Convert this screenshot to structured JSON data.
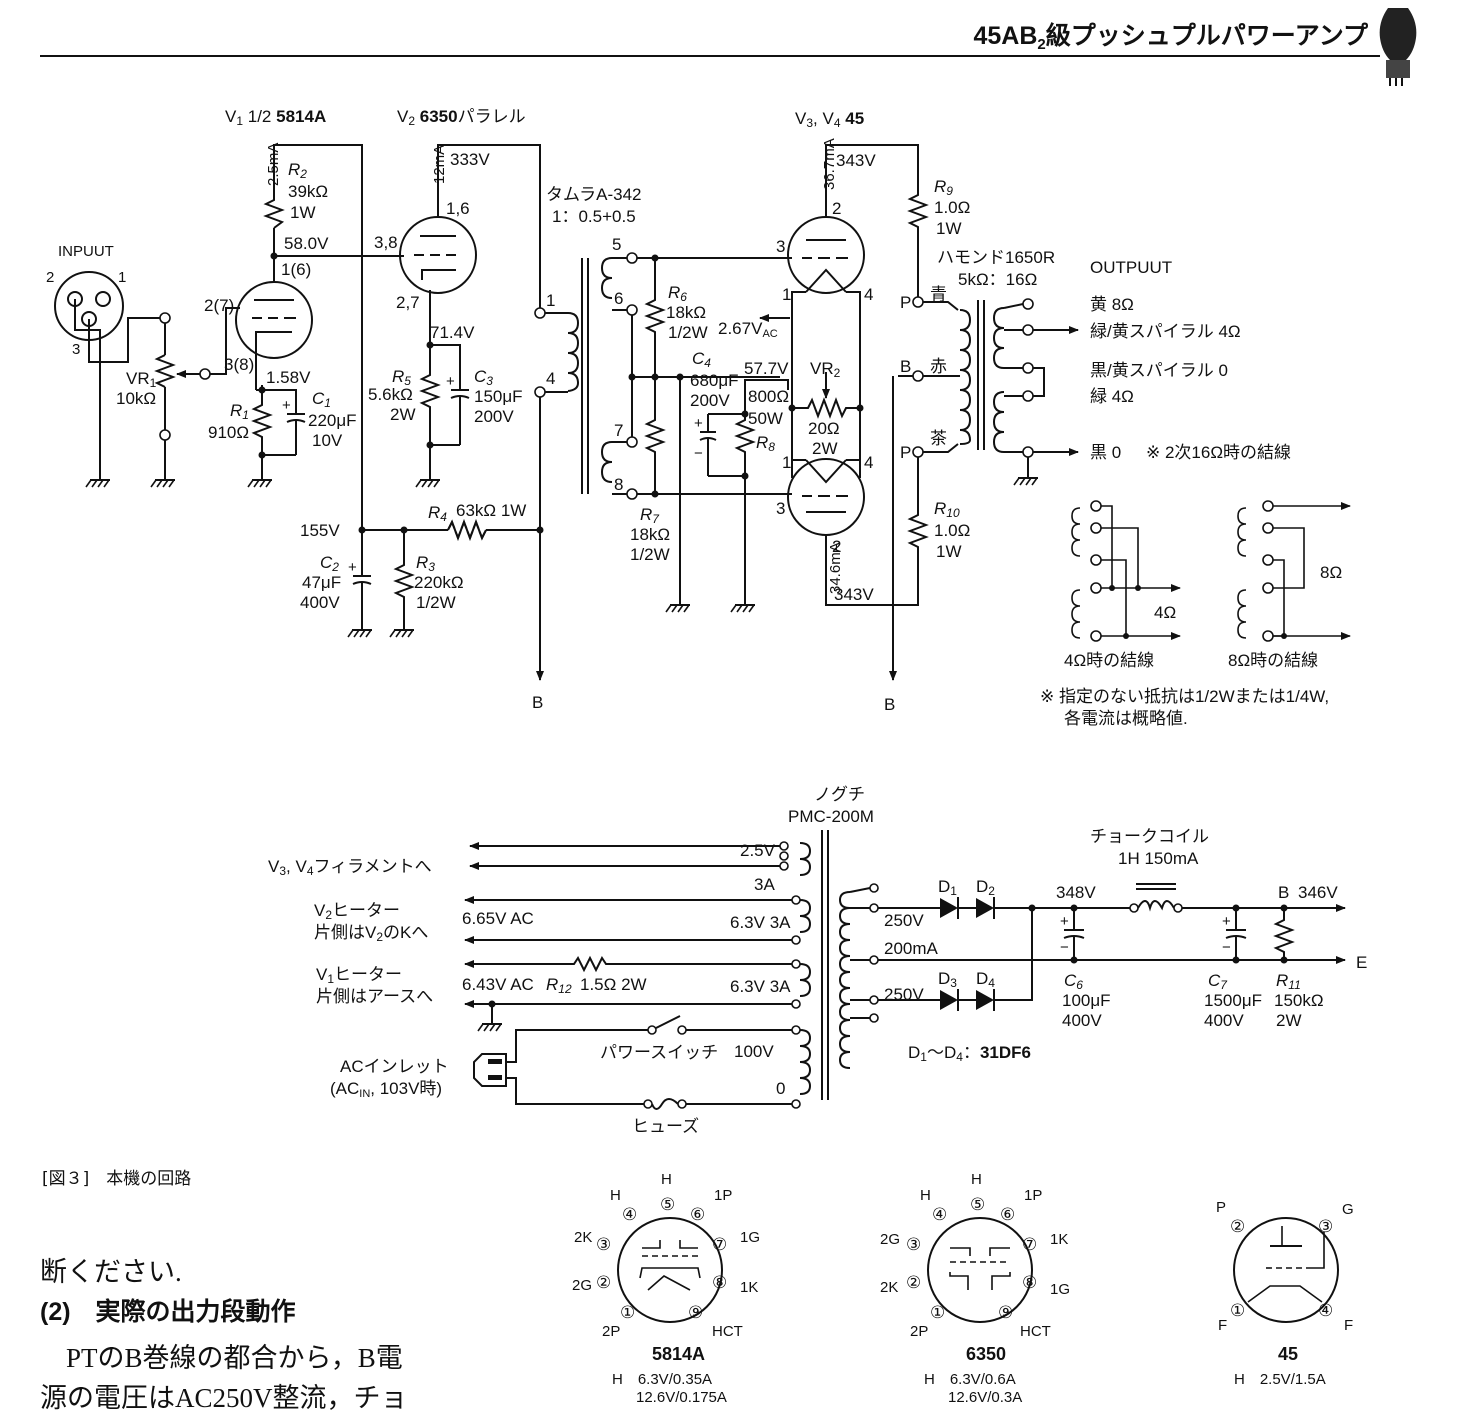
{
  "header": {
    "title_pre": "45AB",
    "title_sub": "2",
    "title_post": "級プッシュプルパワーアンプ"
  },
  "tubes": {
    "v1": {
      "pre": "V",
      "sub": "1",
      "mid": " 1/2 ",
      "type": "5814A"
    },
    "v2": {
      "pre": "V",
      "sub": "2",
      "type": " 6350",
      "post": "パラレル"
    },
    "v34": {
      "pre": "V",
      "s3": "3",
      "sep": ", V",
      "s4": "4",
      "type": " 45"
    }
  },
  "input": {
    "label": "INPUUT",
    "pin2": "2",
    "pin1": "1",
    "pin3": "3"
  },
  "vr1": {
    "name": "VR",
    "sub": "1",
    "value": "10kΩ"
  },
  "stage1": {
    "current": "2.5mA",
    "r2": {
      "name": "R",
      "sub": "2",
      "value": "39kΩ",
      "watt": "1W"
    },
    "plate_v": "58.0V",
    "pin_plate": "1(6)",
    "pin_grid": "2(7)",
    "pin_cathode": "3(8)",
    "cathode_v": "1.58V",
    "r1": {
      "name": "R",
      "sub": "1",
      "value": "910Ω"
    },
    "c1": {
      "name": "C",
      "sub": "1",
      "value": "220μF",
      "volt": "10V"
    }
  },
  "stage2": {
    "current": "12mA",
    "plate_v": "333V",
    "pin_plate": "1,6",
    "pin_grid": "3,8",
    "pin_cathode": "2,7",
    "cathode_v": "71.4V",
    "r5": {
      "name": "R",
      "sub": "5",
      "value": "5.6kΩ",
      "watt": "2W"
    },
    "c3": {
      "name": "C",
      "sub": "3",
      "value": "150μF",
      "volt": "200V"
    }
  },
  "supply": {
    "node_v": "155V",
    "r4": {
      "name": "R",
      "sub": "4",
      "value": "63kΩ 1W"
    },
    "c2": {
      "name": "C",
      "sub": "2",
      "value": "47μF",
      "volt": "400V"
    },
    "r3": {
      "name": "R",
      "sub": "3",
      "value": "220kΩ",
      "watt": "1/2W"
    },
    "b": "B"
  },
  "interstage": {
    "name": "タムラA-342",
    "ratio": "1：0.5+0.5",
    "p1": "1",
    "p4": "4",
    "p5": "5",
    "p6": "6",
    "p7": "7",
    "p8": "8"
  },
  "r6": {
    "name": "R",
    "sub": "6",
    "value": "18kΩ",
    "watt": "1/2W"
  },
  "r7": {
    "name": "R",
    "sub": "7",
    "value": "18kΩ",
    "watt": "1/2W"
  },
  "c4": {
    "name": "C",
    "sub": "4",
    "value": "680μF",
    "volt": "200V"
  },
  "r8": {
    "name": "R",
    "sub": "8",
    "value": "800Ω",
    "watt": "50W"
  },
  "vr2": {
    "name": "VR",
    "sub": "2",
    "value": "20Ω",
    "watt": "2W"
  },
  "bias": {
    "fil_v": "57.7V",
    "ac_v": "2.67V",
    "ac_sub": "AC"
  },
  "output_stage": {
    "v3_current": "36.7mA",
    "v3_plate_v": "343V",
    "v4_current": "34.6mA",
    "v4_plate_v": "343V",
    "pin2": "2",
    "pin3": "3",
    "pin1": "1",
    "pin4": "4",
    "r9": {
      "name": "R",
      "sub": "9",
      "value": "1.0Ω",
      "watt": "1W"
    },
    "r10": {
      "name": "R",
      "sub": "10",
      "value": "1.0Ω",
      "watt": "1W"
    }
  },
  "opt": {
    "name": "ハモンド1650R",
    "ratio": "5kΩ：16Ω",
    "output": "OUTPUUT",
    "p": "P",
    "b": "B",
    "blue": "青",
    "red": "赤",
    "brown": "茶",
    "taps": [
      "黄 8Ω",
      "緑/黄スパイラル 4Ω",
      "黒/黄スパイラル 0",
      "緑 4Ω",
      "黒 0"
    ],
    "note16": "※ 2次16Ω時の結線",
    "w4": "4Ω",
    "w8": "8Ω",
    "cap4": "4Ω時の結線",
    "cap8": "8Ω時の結線"
  },
  "note": {
    "l1": "※ 指定のない抵抗は1/2Wまたは1/4W,",
    "l2": "各電流は概略値."
  },
  "power": {
    "pt_maker": "ノグチ",
    "pt_model": "PMC-200M",
    "fil": {
      "label_pre": "V",
      "s3": "3",
      "sep": ", V",
      "s4": "4",
      "label_post": "フィラメントへ",
      "v": "2.5V",
      "a": "3A"
    },
    "h2": {
      "l1_pre": "V",
      "l1_sub": "2",
      "l1_post": "ヒーター",
      "l2_pre": "片側はV",
      "l2_sub": "2",
      "l2_post": "のKへ",
      "v": "6.65V AC",
      "wind": "6.3V 3A"
    },
    "h1": {
      "l1_pre": "V",
      "l1_sub": "1",
      "l1_post": "ヒーター",
      "l2": "片側はアースへ",
      "v": "6.43V AC",
      "r12_name": "R",
      "r12_sub": "12",
      "r12_val": "1.5Ω 2W",
      "wind": "6.3V 3A"
    },
    "inlet": {
      "l1": "ACインレット",
      "l2_pre": "(AC",
      "l2_sub": "IN",
      "l2_post": ", 103V時)"
    },
    "switch": "パワースイッチ",
    "fuse": "ヒューズ",
    "v100": "100V",
    "v0": "0",
    "sec": {
      "v250a": "250V",
      "ma": "200mA",
      "v250b": "250V"
    },
    "diodes": {
      "d1": "D",
      "s1": "1",
      "d2": "D",
      "s2": "2",
      "d3": "D",
      "s3": "3",
      "d4": "D",
      "s4": "4",
      "range_pre": "D",
      "range_s1": "1",
      "range_mid": "～D",
      "range_s4": "4",
      "range_sep": "：",
      "type": "31DF6"
    },
    "node_v": "348V",
    "choke": {
      "name": "チョークコイル",
      "value": "1H 150mA"
    },
    "c6": {
      "name": "C",
      "sub": "6",
      "value": "100μF",
      "volt": "400V"
    },
    "c7": {
      "name": "C",
      "sub": "7",
      "value": "1500μF",
      "volt": "400V"
    },
    "r11": {
      "name": "R",
      "sub": "11",
      "value": "150kΩ",
      "watt": "2W"
    },
    "b_out": "B",
    "b_v": "346V",
    "e": "E"
  },
  "caption": "[図３]　本機の回路",
  "body_text": {
    "l1": "断ください.",
    "heading": "(2)　実際の出力段動作",
    "l3": "PTのB巻線の都合から，B電",
    "l4": "源の電圧はAC250V整流，チョ"
  },
  "pinouts": {
    "p5814": {
      "name": "5814A",
      "h1": "H　6.3V/0.35A",
      "h2": "12.6V/0.175A",
      "pins": [
        "①",
        "②",
        "③",
        "④",
        "⑤",
        "⑥",
        "⑦",
        "⑧",
        "⑨"
      ],
      "lbls": {
        "p1": "2P",
        "p2": "2G",
        "p3": "2K",
        "p4": "H",
        "p5": "H",
        "p6": "1P",
        "p7": "1G",
        "p8": "1K",
        "p9": "HCT"
      }
    },
    "p6350": {
      "name": "6350",
      "h1": "H　6.3V/0.6A",
      "h2": "12.6V/0.3A",
      "pins": [
        "①",
        "②",
        "③",
        "④",
        "⑤",
        "⑥",
        "⑦",
        "⑧",
        "⑨"
      ],
      "lbls": {
        "p1": "2P",
        "p2": "2K",
        "p3": "2G",
        "p4": "H",
        "p5": "H",
        "p6": "1P",
        "p7": "1K",
        "p8": "1G",
        "p9": "HCT"
      }
    },
    "p45": {
      "name": "45",
      "h1": "H　2.5V/1.5A",
      "pins": [
        "①",
        "②",
        "③",
        "④"
      ],
      "lbls": {
        "p1": "F",
        "p2": "P",
        "p3": "G",
        "p4": "F"
      }
    }
  }
}
